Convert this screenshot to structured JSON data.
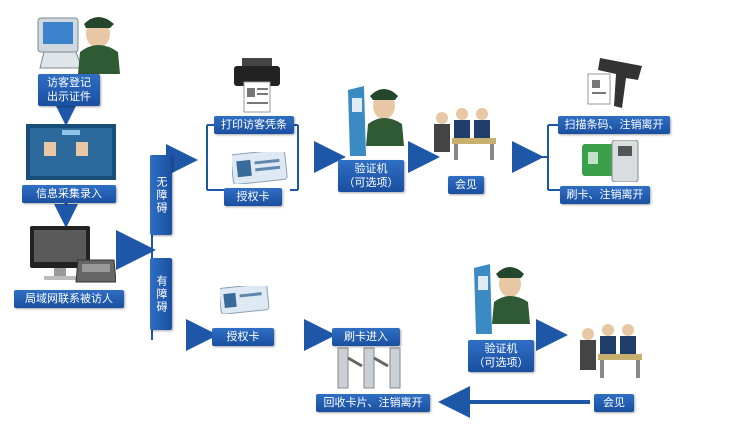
{
  "nodes": {
    "visitor_register": "访客登记\n出示证件",
    "info_collect": "信息采集录入",
    "lan_contact": "局域网联系被访人",
    "no_barrier": "无障碍",
    "with_barrier": "有障碍",
    "print_pass": "打印访客凭条",
    "auth_card_top": "授权卡",
    "verifier_top": "验证机\n（可选项）",
    "meeting_top": "会见",
    "scan_leave": "扫描条码、注销离开",
    "swipe_leave": "刷卡、注销离开",
    "auth_card_bottom": "授权卡",
    "swipe_enter": "刷卡进入",
    "verifier_bottom": "验证机\n（可选项）",
    "meeting_bottom": "会见",
    "return_card": "回收卡片、注销离开"
  },
  "colors": {
    "label_bg": "#1f57a8",
    "arrow": "#1f57a8",
    "line": "#1f57a8"
  },
  "icons": [
    "guard-kiosk-icon",
    "monitor-icon",
    "computer-phone-icon",
    "printer-icon",
    "id-card-icon",
    "verifier-guard-icon",
    "meeting-people-icon",
    "barcode-scanner-icon",
    "card-reader-icon",
    "turnstile-icon"
  ]
}
